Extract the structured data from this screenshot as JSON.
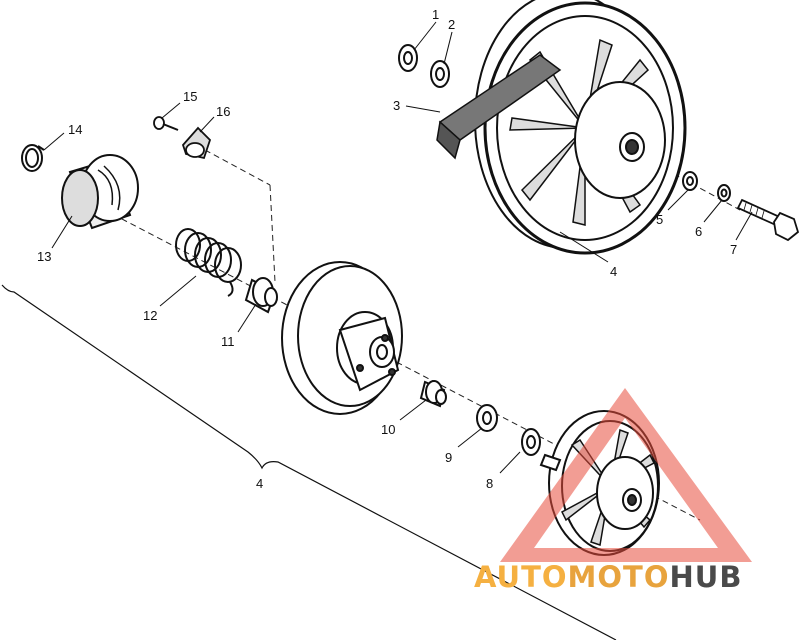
{
  "callouts": {
    "c1": "1",
    "c2": "2",
    "c3": "3",
    "c4_top": "4",
    "c4_bottom": "4",
    "c5": "5",
    "c6": "6",
    "c7": "7",
    "c8": "8",
    "c9": "9",
    "c10": "10",
    "c11": "11",
    "c12": "12",
    "c13": "13",
    "c14": "14",
    "c15": "15",
    "c16": "16"
  },
  "watermark": {
    "part1": "AUTO",
    "part2": "MOTO",
    "part3": "HUB",
    "color_primary": "#f5b041",
    "color_secondary": "#e8a33d",
    "color_hub": "#4a4a4a",
    "triangle_color": "#e74c3c"
  }
}
